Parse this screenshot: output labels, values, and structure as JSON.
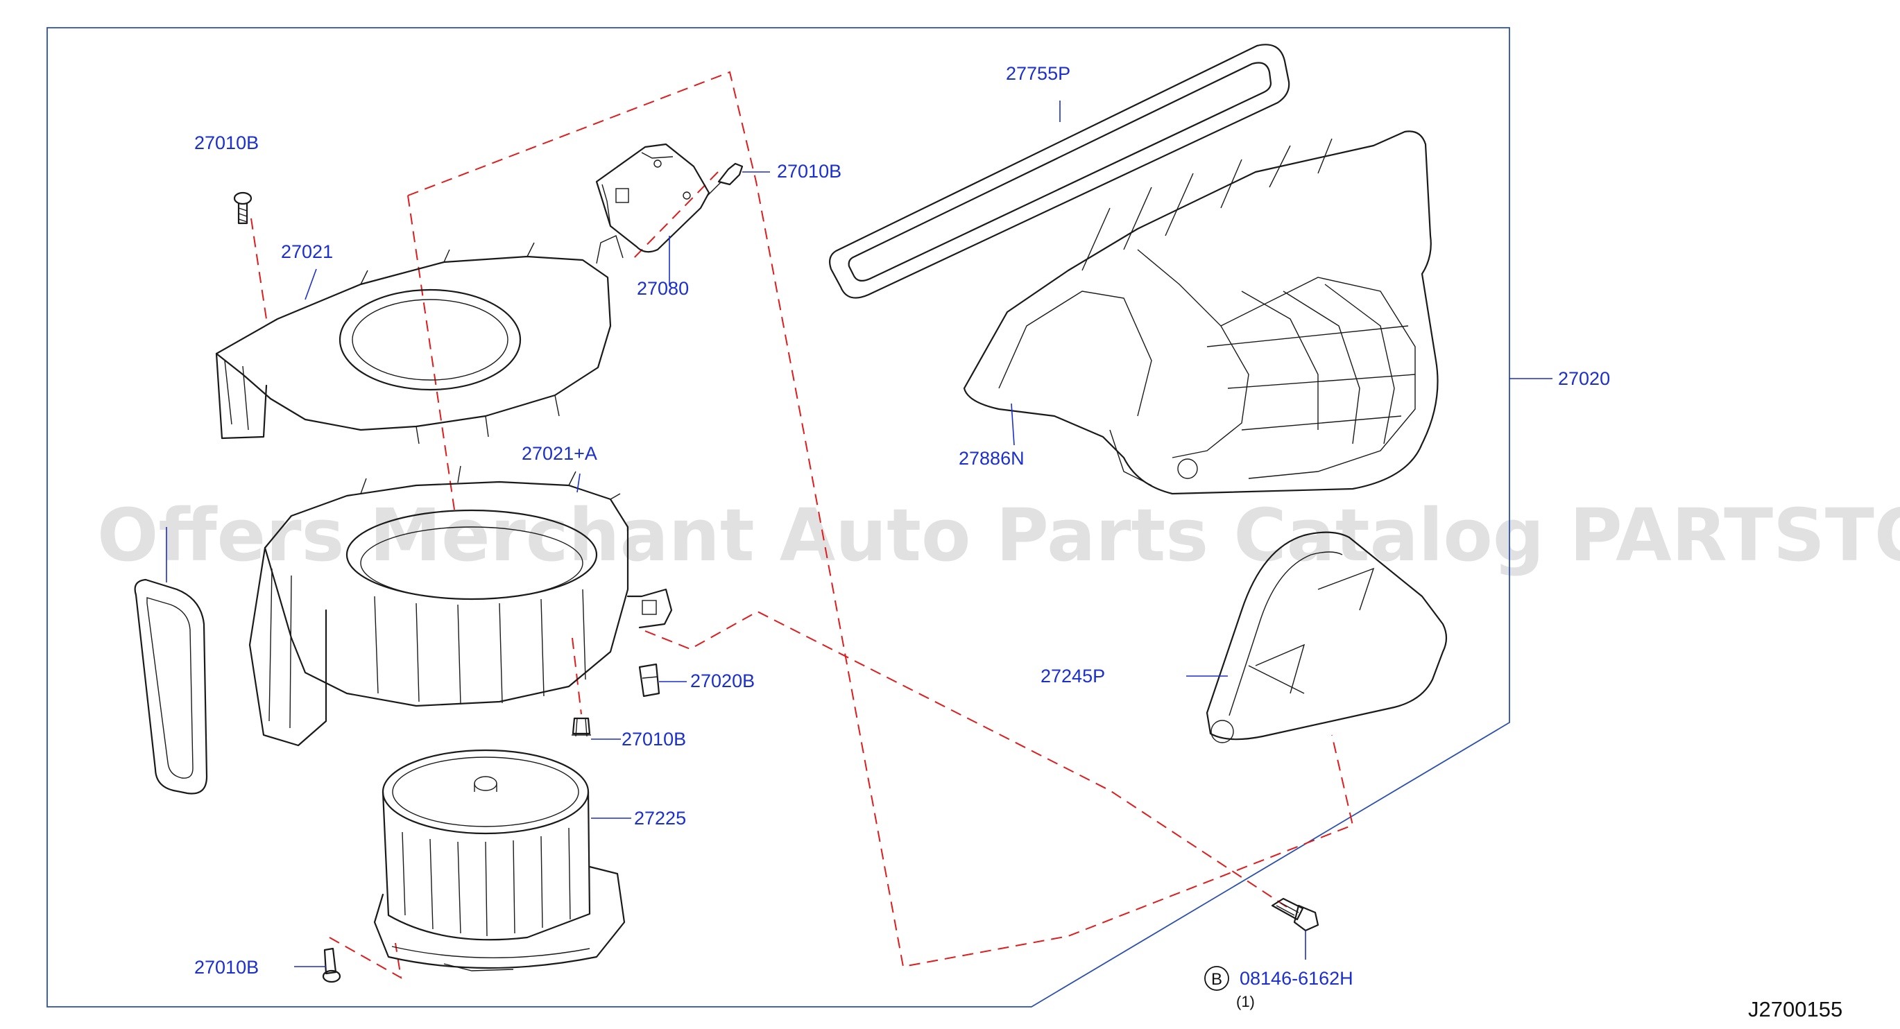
{
  "diagram": {
    "watermark": "Offers Merchant Auto Parts Catalog PARTSTORE.SA",
    "diagram_id": "J2700155",
    "callouts": [
      {
        "id": "c-27010b-top",
        "text": "27010B"
      },
      {
        "id": "c-27010b-bracket",
        "text": "27010B"
      },
      {
        "id": "c-27021",
        "text": "27021"
      },
      {
        "id": "c-27080",
        "text": "27080"
      },
      {
        "id": "c-27755p",
        "text": "27755P"
      },
      {
        "id": "c-27020",
        "text": "27020"
      },
      {
        "id": "c-27886n",
        "text": "27886N"
      },
      {
        "id": "c-27021a",
        "text": "27021+A"
      },
      {
        "id": "c-27245p",
        "text": "27245P"
      },
      {
        "id": "c-27020b",
        "text": "27020B"
      },
      {
        "id": "c-27010b-mid",
        "text": "27010B"
      },
      {
        "id": "c-27225",
        "text": "27225"
      },
      {
        "id": "c-27010b-bottom",
        "text": "27010B"
      },
      {
        "id": "c-08146",
        "text": "08146-6162H"
      }
    ],
    "bolt_symbol": "B",
    "bolt_quantity": "(1)"
  }
}
